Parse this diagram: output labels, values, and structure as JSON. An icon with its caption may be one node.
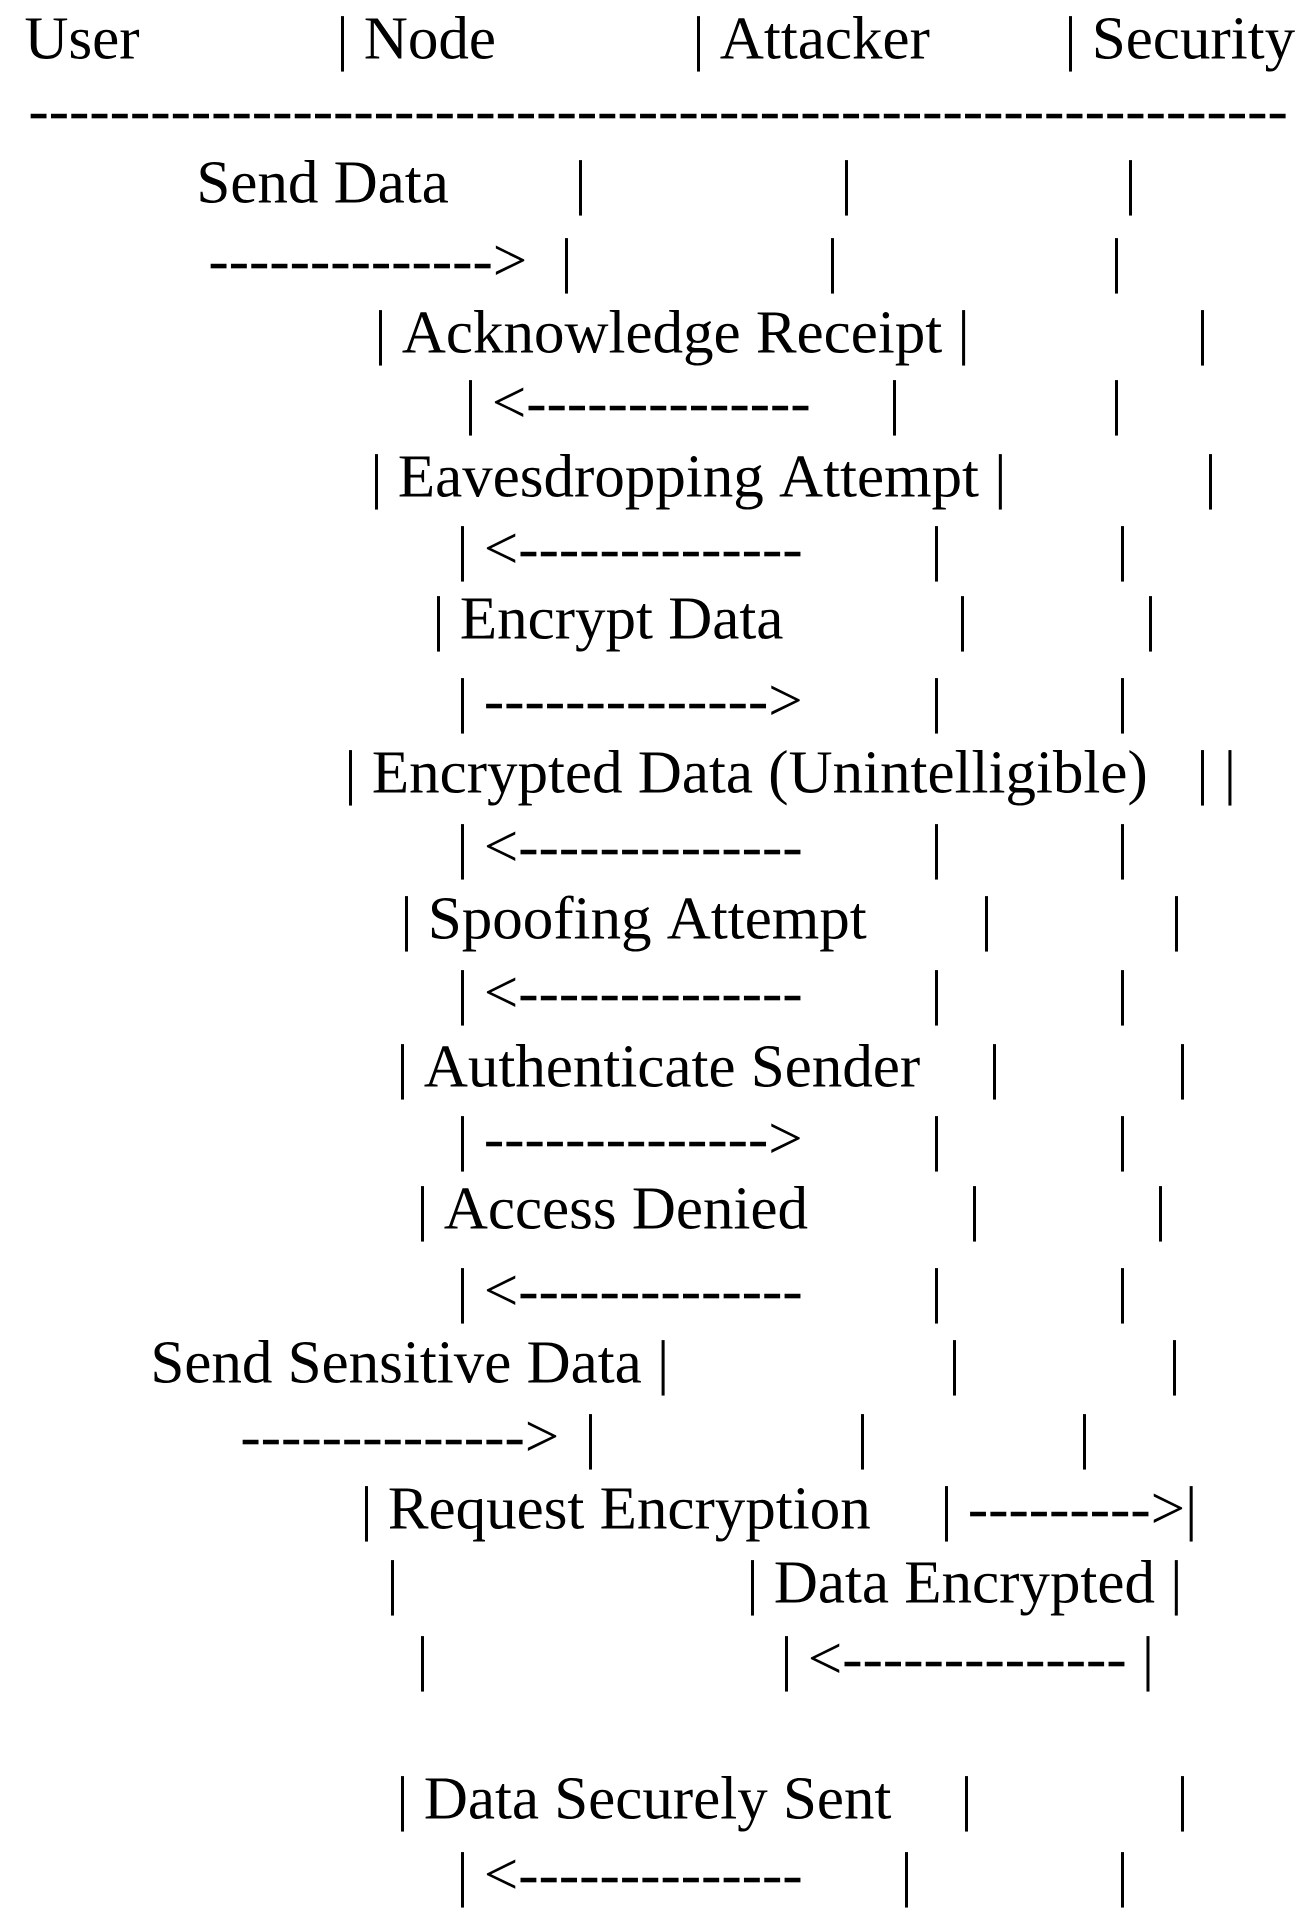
{
  "diagram": {
    "labels": [
      "User",
      "| Node",
      "| Attacker",
      "| Security",
      "--------------------------------------------------------------",
      "Send Data",
      "|",
      "|",
      "|",
      "-------------->",
      "|",
      "|",
      "|",
      "| Acknowledge Receipt |",
      "|",
      "| <--------------",
      "|",
      "|",
      "| Eavesdropping Attempt |",
      "|",
      "| <--------------",
      "|",
      "|",
      "| Encrypt Data",
      "|",
      "|",
      "| -------------->",
      "|",
      "|",
      "| Encrypted Data (Unintelligible)",
      "| |",
      "| <--------------",
      "|",
      "|",
      "| Spoofing Attempt",
      "|",
      "|",
      "| <--------------",
      "|",
      "|",
      "| Authenticate Sender",
      "|",
      "|",
      "| -------------->",
      "|",
      "|",
      "| Access Denied",
      "|",
      "|",
      "| <--------------",
      "|",
      "|",
      "Send Sensitive Data |",
      "|",
      "|",
      "-------------->",
      "|",
      "|",
      "|",
      "| Request Encryption",
      "| --------->|",
      "|",
      "| Data Encrypted |",
      "|",
      "| <-------------- |",
      "| Data Securely Sent",
      "|",
      "|",
      "| <--------------",
      "|",
      "|"
    ]
  }
}
